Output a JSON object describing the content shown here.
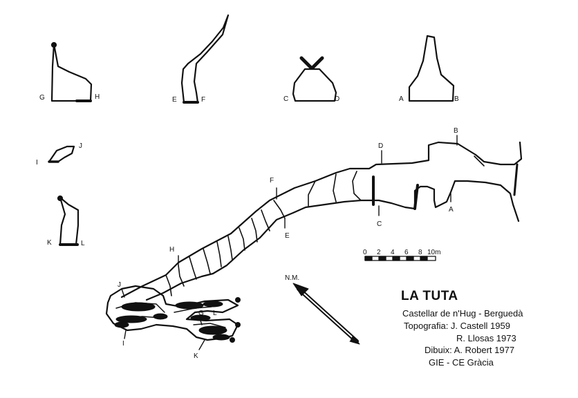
{
  "title": "LA TUTA",
  "subtitle": "Castellar de n'Hug - Berguedà",
  "credits": {
    "topografia": "Topografia: J. Castell 1959",
    "topografia2": "R. Llosas 1973",
    "dibuix": "Dibuix: A. Robert 1977",
    "group": "GIE - CE Gràcia"
  },
  "north_label": "N.M.",
  "scale": {
    "ticks": [
      "0",
      "2",
      "4",
      "6",
      "8",
      "10m"
    ]
  },
  "sections": {
    "GH": [
      "G",
      "H"
    ],
    "EF": [
      "E",
      "F"
    ],
    "CD": [
      "C",
      "D"
    ],
    "AB": [
      "A",
      "B"
    ],
    "IJ": [
      "I",
      "J"
    ],
    "KL": [
      "K",
      "L"
    ]
  },
  "plan_labels": {
    "A": "A",
    "B": "B",
    "C": "C",
    "D": "D",
    "E": "E",
    "F": "F",
    "G": "G",
    "H": "H",
    "I": "I",
    "J": "J",
    "K": "K",
    "L": "L"
  },
  "colors": {
    "ink": "#111111",
    "paper": "#ffffff"
  }
}
